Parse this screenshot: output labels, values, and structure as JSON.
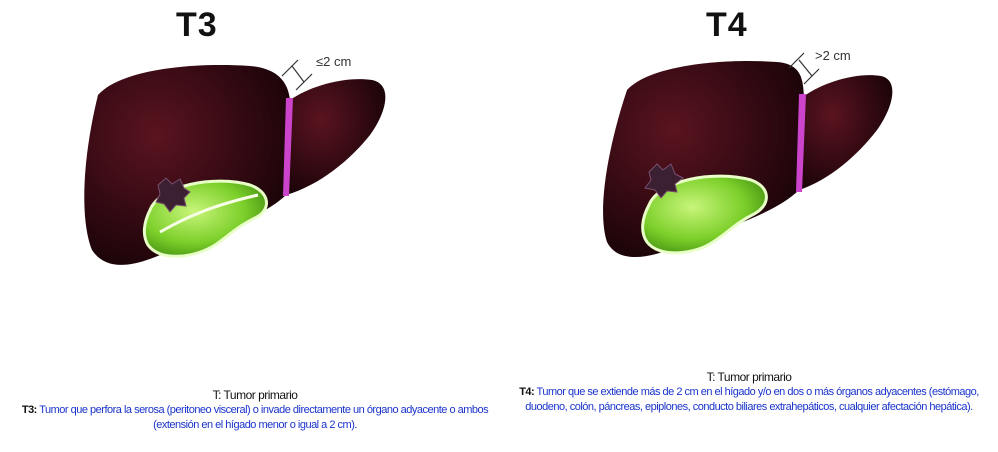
{
  "panels": [
    {
      "stage": "T3",
      "measure": "≤2 cm",
      "caption_title": "T: Tumor primario",
      "caption_code": "T3:",
      "caption_text": "Tumor que perfora la serosa (peritoneo visceral) o invade directamente un órgano adyacente o ambos (extensión en el hígado menor o igual a 2 cm)."
    },
    {
      "stage": "T4",
      "measure": ">2 cm",
      "caption_title": "T: Tumor primario",
      "caption_code": "T4:",
      "caption_text": "Tumor que se extiende más de 2 cm en el hígado y/o en dos o más órganos adyacentes (estómago, duodeno, colón, páncreas, epiplones, conducto biliares extrahepáticos, cualquier afectación hepática)."
    }
  ],
  "colors": {
    "liver": "#3a0a12",
    "liver_highlight": "#6a1a24",
    "ligament": "#cc44cc",
    "gallbladder": "#8fdc3a",
    "tumor": "#3a2030",
    "caption_text": "#1a33cc"
  }
}
